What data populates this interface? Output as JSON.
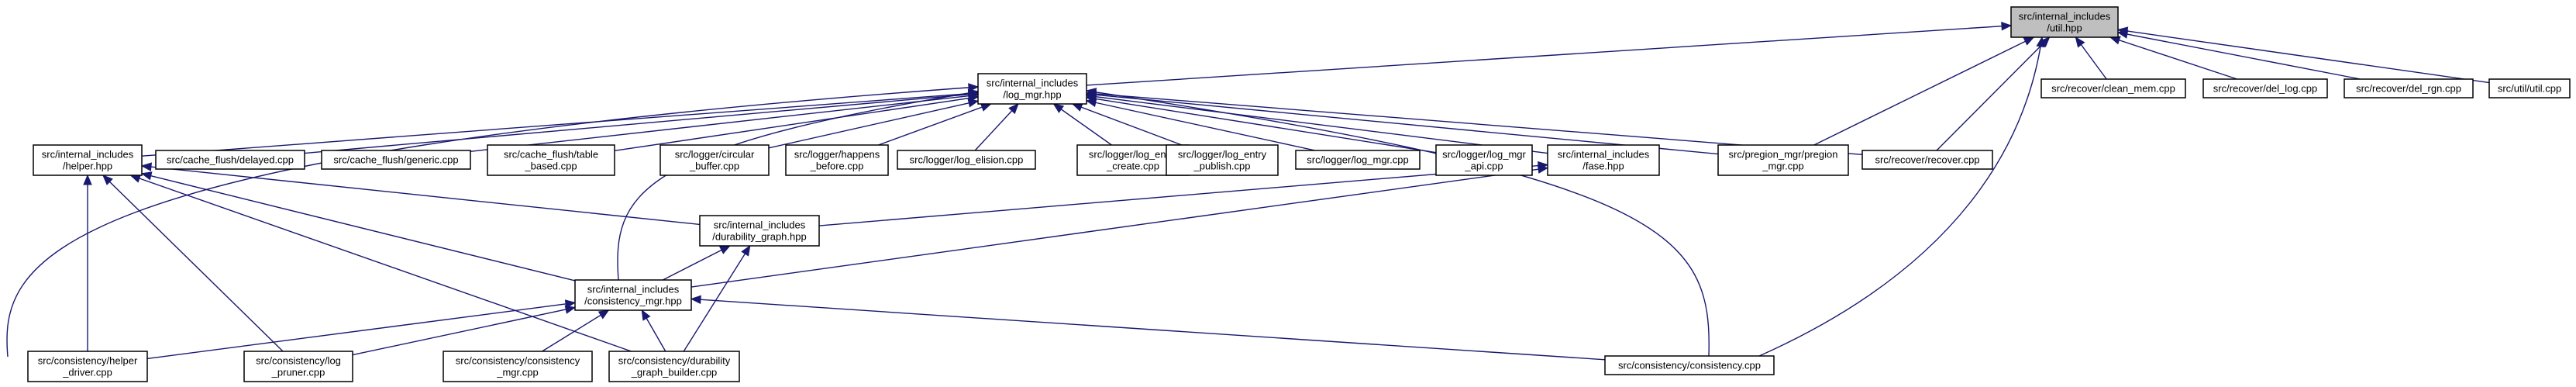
{
  "diagram": {
    "type": "include-dependency-graph",
    "colors": {
      "edge": "#191970",
      "box_border": "#000000",
      "box_fill": "#ffffff",
      "highlight_fill": "#bfbfbf"
    },
    "nodes": [
      {
        "id": "util",
        "lines": [
          "src/internal_includes",
          "/util.hpp"
        ],
        "highlight": true
      },
      {
        "id": "log_mgr",
        "lines": [
          "src/internal_includes",
          "/log_mgr.hpp"
        ]
      },
      {
        "id": "clean_mem",
        "lines": [
          "src/recover/clean_mem.cpp"
        ]
      },
      {
        "id": "del_log",
        "lines": [
          "src/recover/del_log.cpp"
        ]
      },
      {
        "id": "del_rgn",
        "lines": [
          "src/recover/del_rgn.cpp"
        ]
      },
      {
        "id": "util_cpp",
        "lines": [
          "src/util/util.cpp"
        ]
      },
      {
        "id": "helper",
        "lines": [
          "src/internal_includes",
          "/helper.hpp"
        ]
      },
      {
        "id": "cf_delayed",
        "lines": [
          "src/cache_flush/delayed.cpp"
        ]
      },
      {
        "id": "cf_generic",
        "lines": [
          "src/cache_flush/generic.cpp"
        ]
      },
      {
        "id": "cf_table",
        "lines": [
          "src/cache_flush/table",
          "_based.cpp"
        ]
      },
      {
        "id": "circular",
        "lines": [
          "src/logger/circular",
          "_buffer.cpp"
        ]
      },
      {
        "id": "happens",
        "lines": [
          "src/logger/happens",
          "_before.cpp"
        ]
      },
      {
        "id": "elision",
        "lines": [
          "src/logger/log_elision.cpp"
        ]
      },
      {
        "id": "entry_create",
        "lines": [
          "src/logger/log_entry",
          "_create.cpp"
        ]
      },
      {
        "id": "entry_publish",
        "lines": [
          "src/logger/log_entry",
          "_publish.cpp"
        ]
      },
      {
        "id": "log_mgr_cpp",
        "lines": [
          "src/logger/log_mgr.cpp"
        ]
      },
      {
        "id": "log_mgr_api",
        "lines": [
          "src/logger/log_mgr",
          "_api.cpp"
        ]
      },
      {
        "id": "fase",
        "lines": [
          "src/internal_includes",
          "/fase.hpp"
        ]
      },
      {
        "id": "pregion",
        "lines": [
          "src/pregion_mgr/pregion",
          "_mgr.cpp"
        ]
      },
      {
        "id": "recover",
        "lines": [
          "src/recover/recover.cpp"
        ]
      },
      {
        "id": "durability",
        "lines": [
          "src/internal_includes",
          "/durability_graph.hpp"
        ]
      },
      {
        "id": "consistency_mgr",
        "lines": [
          "src/internal_includes",
          "/consistency_mgr.hpp"
        ]
      },
      {
        "id": "helper_driver",
        "lines": [
          "src/consistency/helper",
          "_driver.cpp"
        ]
      },
      {
        "id": "log_pruner",
        "lines": [
          "src/consistency/log",
          "_pruner.cpp"
        ]
      },
      {
        "id": "cons_mgr_cpp",
        "lines": [
          "src/consistency/consistency",
          "_mgr.cpp"
        ]
      },
      {
        "id": "dur_builder",
        "lines": [
          "src/consistency/durability",
          "_graph_builder.cpp"
        ]
      },
      {
        "id": "consistency_cpp",
        "lines": [
          "src/consistency/consistency.cpp"
        ]
      }
    ],
    "edges": [
      [
        "log_mgr",
        "util"
      ],
      [
        "clean_mem",
        "util"
      ],
      [
        "del_log",
        "util"
      ],
      [
        "del_rgn",
        "util"
      ],
      [
        "util_cpp",
        "util"
      ],
      [
        "pregion",
        "util"
      ],
      [
        "recover",
        "util"
      ],
      [
        "consistency_cpp",
        "util"
      ],
      [
        "helper",
        "log_mgr"
      ],
      [
        "cf_delayed",
        "log_mgr"
      ],
      [
        "cf_generic",
        "log_mgr"
      ],
      [
        "cf_table",
        "log_mgr"
      ],
      [
        "circular",
        "log_mgr"
      ],
      [
        "happens",
        "log_mgr"
      ],
      [
        "elision",
        "log_mgr"
      ],
      [
        "entry_create",
        "log_mgr"
      ],
      [
        "entry_publish",
        "log_mgr"
      ],
      [
        "log_mgr_cpp",
        "log_mgr"
      ],
      [
        "log_mgr_api",
        "log_mgr"
      ],
      [
        "fase",
        "log_mgr"
      ],
      [
        "pregion",
        "log_mgr"
      ],
      [
        "recover",
        "log_mgr"
      ],
      [
        "consistency_mgr",
        "log_mgr"
      ],
      [
        "helper_driver",
        "log_mgr"
      ],
      [
        "consistency_cpp",
        "log_mgr"
      ],
      [
        "durability",
        "helper"
      ],
      [
        "consistency_mgr",
        "helper"
      ],
      [
        "helper_driver",
        "helper"
      ],
      [
        "log_pruner",
        "helper"
      ],
      [
        "dur_builder",
        "helper"
      ],
      [
        "durability",
        "fase"
      ],
      [
        "consistency_mgr",
        "fase"
      ],
      [
        "consistency_mgr",
        "durability"
      ],
      [
        "dur_builder",
        "durability"
      ],
      [
        "helper_driver",
        "consistency_mgr"
      ],
      [
        "log_pruner",
        "consistency_mgr"
      ],
      [
        "cons_mgr_cpp",
        "consistency_mgr"
      ],
      [
        "dur_builder",
        "consistency_mgr"
      ],
      [
        "consistency_cpp",
        "consistency_mgr"
      ]
    ]
  }
}
